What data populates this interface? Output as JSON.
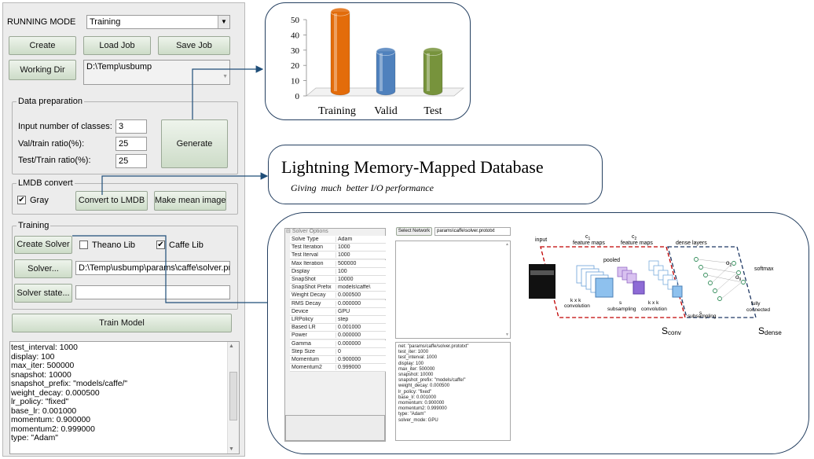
{
  "panel": {
    "running_mode_label": "RUNNING MODE",
    "running_mode_value": "Training",
    "create_button": "Create",
    "load_job_button": "Load Job",
    "save_job_button": "Save Job",
    "working_dir_button": "Working Dir",
    "working_dir_value": "D:\\Temp\\usbump",
    "data_prep": {
      "title": "Data preparation",
      "classes_label": "Input number of classes:",
      "classes_value": "3",
      "val_label": "Val/train ratio(%):",
      "val_value": "25",
      "test_label": "Test/Train ratio(%):",
      "test_value": "25",
      "generate_button": "Generate"
    },
    "lmdb": {
      "title": "LMDB convert",
      "gray_label": "Gray",
      "gray_checked": "✔",
      "convert_button": "Convert to LMDB",
      "mean_button": "Make mean image"
    },
    "training": {
      "title": "Training",
      "create_solver_button": "Create Solver",
      "theano_label": "Theano Lib",
      "caffe_label": "Caffe Lib",
      "caffe_checked": "✔",
      "solver_button": "Solver...",
      "solver_path": "D:\\Temp\\usbump\\params\\caffe\\solver.proto",
      "solver_state_button": "Solver state...",
      "train_button": "Train Model"
    },
    "log_text": "test_interval: 1000\ndisplay: 100\nmax_iter: 500000\nsnapshot: 10000\nsnapshot_prefix: \"models/caffe/\"\nweight_decay: 0.000500\nlr_policy: \"fixed\"\nbase_lr: 0.001000\nmomentum: 0.900000\nmomentum2: 0.999000\ntype: \"Adam\""
  },
  "chart_data": {
    "type": "bar",
    "categories": [
      "Training",
      "Valid",
      "Test"
    ],
    "values": [
      52,
      26,
      26
    ],
    "ylim": [
      0,
      50
    ],
    "yticks": [
      0,
      10,
      20,
      30,
      40,
      50
    ],
    "colors": [
      "#e36c0a",
      "#4f81bd",
      "#77933c"
    ]
  },
  "lmdb_box": {
    "title": "Lightning Memory-Mapped Database",
    "subtitle": "Giving  much  better I/O performance"
  },
  "solver": {
    "header": "Solver Options",
    "rows": [
      [
        "Solve Type",
        "Adam"
      ],
      [
        "Test Iteration",
        "1000"
      ],
      [
        "Test Iterval",
        "1000"
      ],
      [
        "Max Iteration",
        "500000"
      ],
      [
        "Display",
        "100"
      ],
      [
        "SnapShot",
        "10000"
      ],
      [
        "SnapShot Prefix",
        "models\\caffe\\"
      ],
      [
        "Weight Decay",
        "0.000500"
      ],
      [
        "RMS Decay",
        "0.000000"
      ],
      [
        "Device",
        "GPU"
      ],
      [
        "LRPolicy",
        "step"
      ],
      [
        "Based LR",
        "0.001000"
      ],
      [
        "Power",
        "0.000000"
      ],
      [
        "Gamma",
        "0.000000"
      ],
      [
        "Step Size",
        "0"
      ],
      [
        "Momentum",
        "0.900000"
      ],
      [
        "Momentum2",
        "0.999000"
      ]
    ],
    "select_button": "Select Network",
    "net_path": "params\\caffe\\solver.prototxt",
    "net_text": "net: \"params/caffe/solver.prototxt\"\ntest_iter: 1000\ntest_interval: 1000\ndisplay: 100\nmax_iter: 500000\nsnapshot: 10000\nsnapshot_prefix: \"models/caffe/\"\nweight_decay: 0.000500\nlr_policy: \"fixed\"\nbase_lr: 0.001000\nmomentum: 0.900000\nmomentum2: 0.999000\ntype: \"Adam\"\nsolver_mode: GPU"
  },
  "cnn": {
    "input": "input",
    "c1": "c",
    "c1_sub": "1",
    "feature_maps": "feature maps",
    "c2": "c",
    "c2_sub": "2",
    "dense_layers": "dense layers",
    "pooled": "pooled",
    "kxk": "k x k",
    "convolution": "convolution",
    "s": "s",
    "subsampling": "subsampling",
    "o": "o",
    "o_sub1": "1",
    "o_sub9": "9",
    "softmax": "softmax",
    "fully": "fully",
    "connected": "connected",
    "sconv": "S",
    "sconv_sub": "conv",
    "sdense": "S",
    "sdense_sub": "dense"
  }
}
